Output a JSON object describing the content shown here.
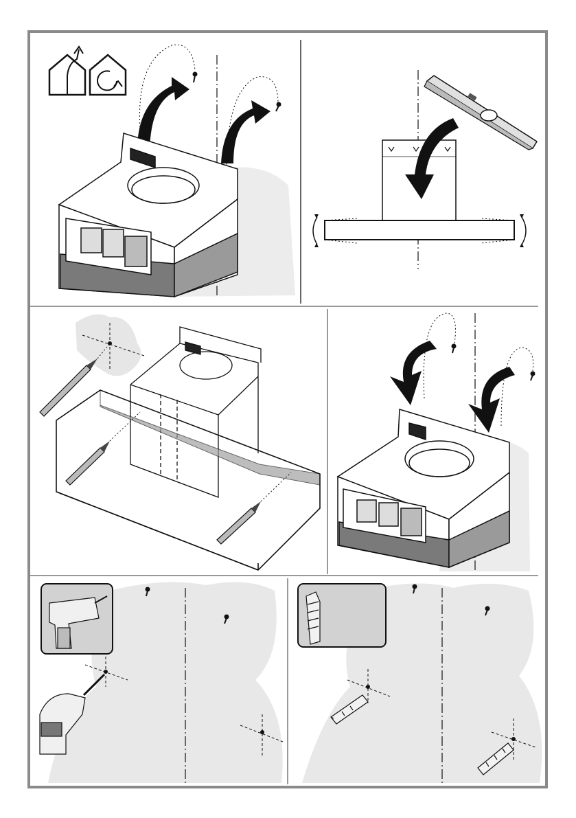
{
  "page": {
    "description_kind": "installation-instruction-sheet",
    "border_color": "#8a8a8a",
    "ink_color": "#1a1a1a",
    "wall_shade_color": "#e6e6e6",
    "band_shade_color": "#9a9a9a",
    "box_shade_color": "#d2d2d2"
  },
  "panels": [
    {
      "id": "remove-screws",
      "icons": [
        "house-exhaust-icon",
        "house-recirculation-icon"
      ]
    },
    {
      "id": "level-template",
      "icons": [
        "spirit-level-icon",
        "rotate-arrow-icon"
      ]
    },
    {
      "id": "mark-holes",
      "icons": [
        "pencil-icon"
      ]
    },
    {
      "id": "refit-screws",
      "icons": [
        "curved-arrow-icon"
      ]
    },
    {
      "id": "drill-holes",
      "icons": [
        "drill-icon"
      ]
    },
    {
      "id": "insert-plugs",
      "icons": [
        "wall-plug-icon"
      ]
    }
  ]
}
